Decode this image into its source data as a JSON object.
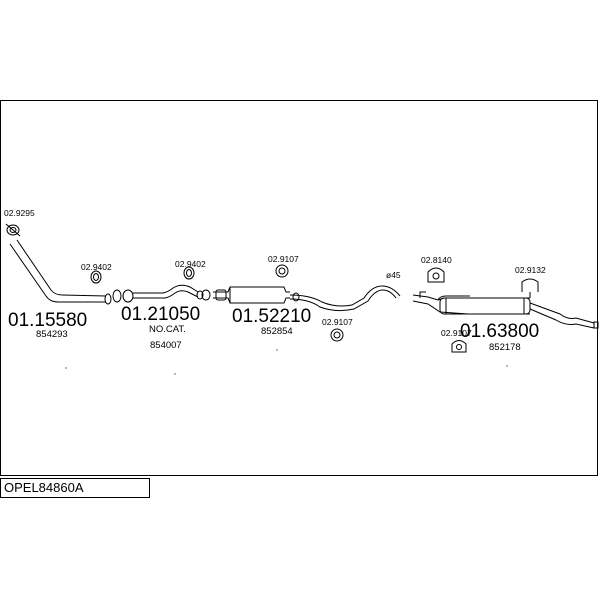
{
  "title": "OPEL84860A",
  "parts": [
    {
      "code": "01.15580",
      "ref": "854293"
    },
    {
      "code": "01.21050",
      "note": "NO.CAT.",
      "ref": "854007"
    },
    {
      "code": "01.52210",
      "ref": "852854"
    },
    {
      "code": "01.63800",
      "ref": "852178"
    }
  ],
  "fittings": {
    "f1": "02.9295",
    "f2": "02.9402",
    "f3": "02.9402",
    "f4": "02.9107",
    "f5": "02.9107",
    "f6": "02.8140",
    "f7": "02.9132",
    "f8": "02.9107"
  },
  "pipe_label": "ø45"
}
